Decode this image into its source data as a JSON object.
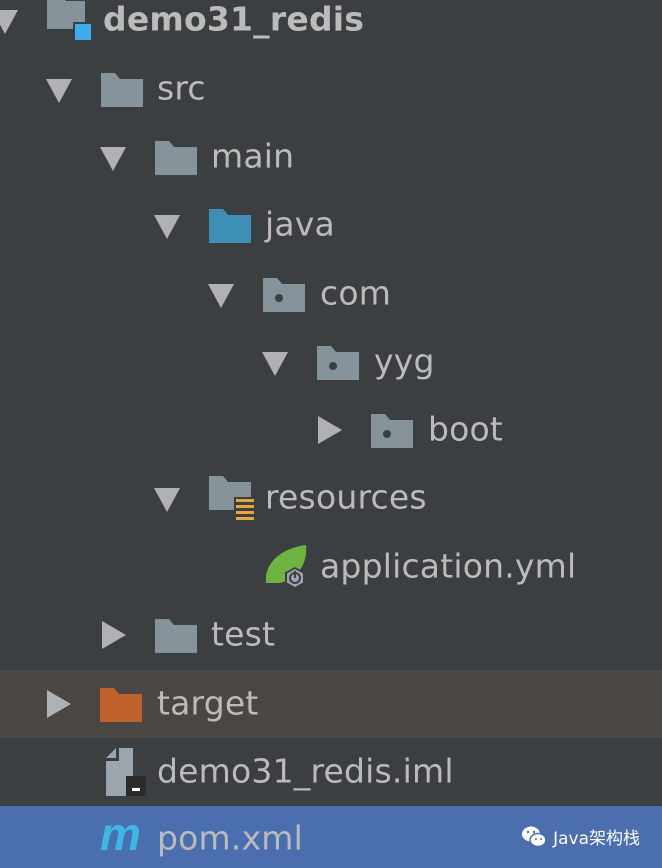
{
  "project_tree": {
    "root": {
      "label": "demo31_redis",
      "icon": "module-folder-icon",
      "expanded": true
    },
    "items": [
      {
        "label": "src",
        "icon": "folder-icon",
        "expanded": true,
        "depth": 1
      },
      {
        "label": "main",
        "icon": "folder-icon",
        "expanded": true,
        "depth": 2
      },
      {
        "label": "java",
        "icon": "source-root-folder-icon",
        "expanded": true,
        "depth": 3
      },
      {
        "label": "com",
        "icon": "package-icon",
        "expanded": true,
        "depth": 4
      },
      {
        "label": "yyg",
        "icon": "package-icon",
        "expanded": true,
        "depth": 5
      },
      {
        "label": "boot",
        "icon": "package-icon",
        "expanded": false,
        "depth": 6
      },
      {
        "label": "resources",
        "icon": "resources-folder-icon",
        "expanded": true,
        "depth": 3
      },
      {
        "label": "application.yml",
        "icon": "spring-yml-icon",
        "depth": 4
      },
      {
        "label": "test",
        "icon": "folder-icon",
        "expanded": false,
        "depth": 2
      },
      {
        "label": "target",
        "icon": "excluded-folder-icon",
        "expanded": false,
        "depth": 1,
        "state": "excluded"
      },
      {
        "label": "demo31_redis.iml",
        "icon": "iml-file-icon",
        "depth": 1
      },
      {
        "label": "pom.xml",
        "icon": "maven-icon",
        "depth": 1,
        "state": "selected"
      }
    ]
  },
  "colors": {
    "background": "#3c3f41",
    "selected": "#4b6eaf",
    "excluded_row": "#4a4742",
    "folder": "#87939a",
    "source_folder": "#3d8fb5",
    "excluded_folder": "#c0602c",
    "maven": "#3db8e6",
    "spring": "#6db33f"
  },
  "watermark": {
    "text": "Java架构栈",
    "icon": "wechat-icon"
  }
}
